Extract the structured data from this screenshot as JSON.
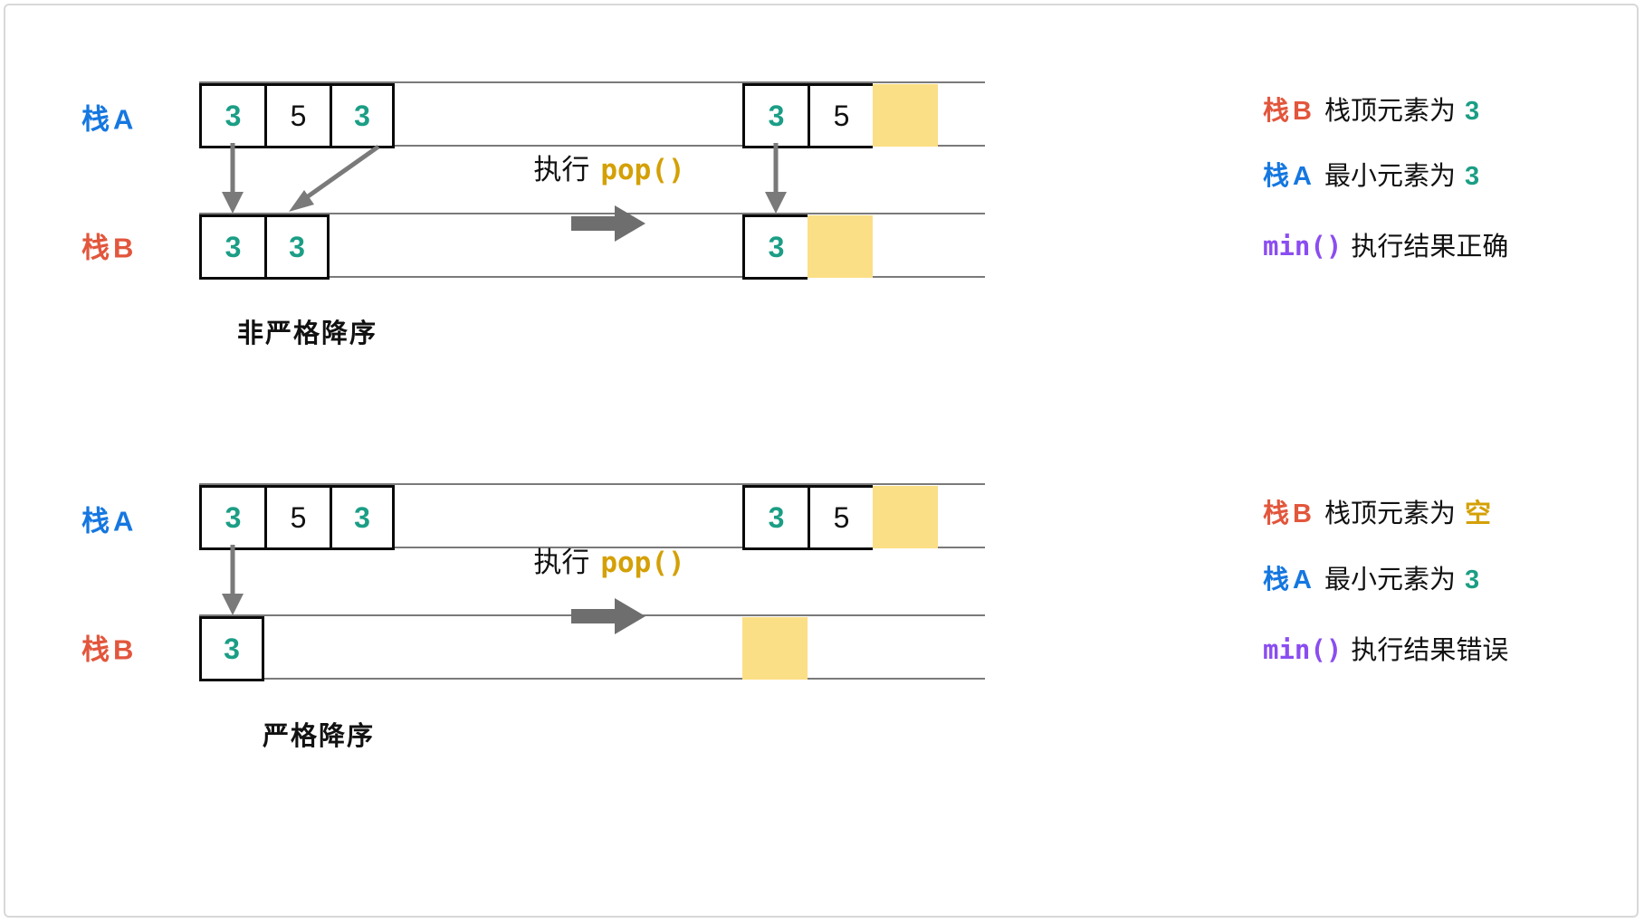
{
  "diagram": {
    "title_colors": {
      "stack_a": "#1577e0",
      "stack_b": "#e2563c",
      "value_teal": "#1b9e85",
      "highlight_yellow": "#fbdf86",
      "code_gold": "#d4a006",
      "fn_purple": "#8b4df0",
      "arrow_gray": "#7a7a7a"
    },
    "scenarios": [
      {
        "id": "non-strict",
        "caption": "非严格降序",
        "before": {
          "stack_a": {
            "label_cjk": "栈",
            "label_id": "A",
            "cells": [
              {
                "value": "3",
                "style": "teal"
              },
              {
                "value": "5",
                "style": "dark"
              },
              {
                "value": "3",
                "style": "teal"
              }
            ],
            "highlight": null
          },
          "stack_b": {
            "label_cjk": "栈",
            "label_id": "B",
            "cells": [
              {
                "value": "3",
                "style": "teal"
              },
              {
                "value": "3",
                "style": "teal"
              }
            ],
            "highlight": null
          },
          "arrows": [
            "straight-down-from-cell-0",
            "diagonal-from-cell-2"
          ]
        },
        "transition": {
          "text": "执行",
          "code": "pop()"
        },
        "after": {
          "stack_a": {
            "cells": [
              {
                "value": "3",
                "style": "teal"
              },
              {
                "value": "5",
                "style": "dark"
              }
            ],
            "highlight_index": 2
          },
          "stack_b": {
            "cells": [
              {
                "value": "3",
                "style": "teal"
              }
            ],
            "highlight_index": 1
          },
          "arrows": [
            "straight-down-from-cell-0"
          ]
        },
        "results": [
          {
            "label_cjk": "栈",
            "label_id": "B",
            "label_kind": "b",
            "text": "栈顶元素为",
            "value": "3",
            "value_style": "teal"
          },
          {
            "label_cjk": "栈",
            "label_id": "A",
            "label_kind": "a",
            "text": "最小元素为",
            "value": "3",
            "value_style": "teal"
          },
          {
            "fn": "min()",
            "text": "执行结果正确"
          }
        ]
      },
      {
        "id": "strict",
        "caption": "严格降序",
        "before": {
          "stack_a": {
            "label_cjk": "栈",
            "label_id": "A",
            "cells": [
              {
                "value": "3",
                "style": "teal"
              },
              {
                "value": "5",
                "style": "dark"
              },
              {
                "value": "3",
                "style": "teal"
              }
            ],
            "highlight": null
          },
          "stack_b": {
            "label_cjk": "栈",
            "label_id": "B",
            "cells": [
              {
                "value": "3",
                "style": "teal"
              }
            ],
            "highlight": null
          },
          "arrows": [
            "straight-down-from-cell-0"
          ]
        },
        "transition": {
          "text": "执行",
          "code": "pop()"
        },
        "after": {
          "stack_a": {
            "cells": [
              {
                "value": "3",
                "style": "teal"
              },
              {
                "value": "5",
                "style": "dark"
              }
            ],
            "highlight_index": 2
          },
          "stack_b": {
            "cells": [],
            "highlight_index": 0
          },
          "arrows": []
        },
        "results": [
          {
            "label_cjk": "栈",
            "label_id": "B",
            "label_kind": "b",
            "text": "栈顶元素为",
            "value": "空",
            "value_style": "gold"
          },
          {
            "label_cjk": "栈",
            "label_id": "A",
            "label_kind": "a",
            "text": "最小元素为",
            "value": "3",
            "value_style": "teal"
          },
          {
            "fn": "min()",
            "text": "执行结果错误"
          }
        ]
      }
    ]
  }
}
